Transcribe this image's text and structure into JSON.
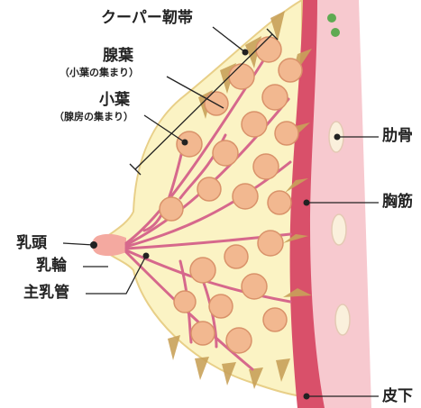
{
  "labels": {
    "cooper": "クーパー靭帯",
    "lobe": "腺葉",
    "lobe_sub": "（小葉の集まり）",
    "lobule": "小葉",
    "lobule_sub": "（腺房の集まり）",
    "nipple": "乳頭",
    "areola": "乳輪",
    "main_duct": "主乳管",
    "rib": "肋骨",
    "pectoral": "胸筋",
    "subcutaneous": "皮下"
  },
  "colors": {
    "fat": "#fbf3c4",
    "gland": "#f2b890",
    "duct": "#d6688c",
    "muscle": "#d9506a",
    "chest_wall": "#f7c9cf",
    "ligament": "#c9a25a",
    "rib": "#faf0dc",
    "green_dot": "#5faa52"
  }
}
